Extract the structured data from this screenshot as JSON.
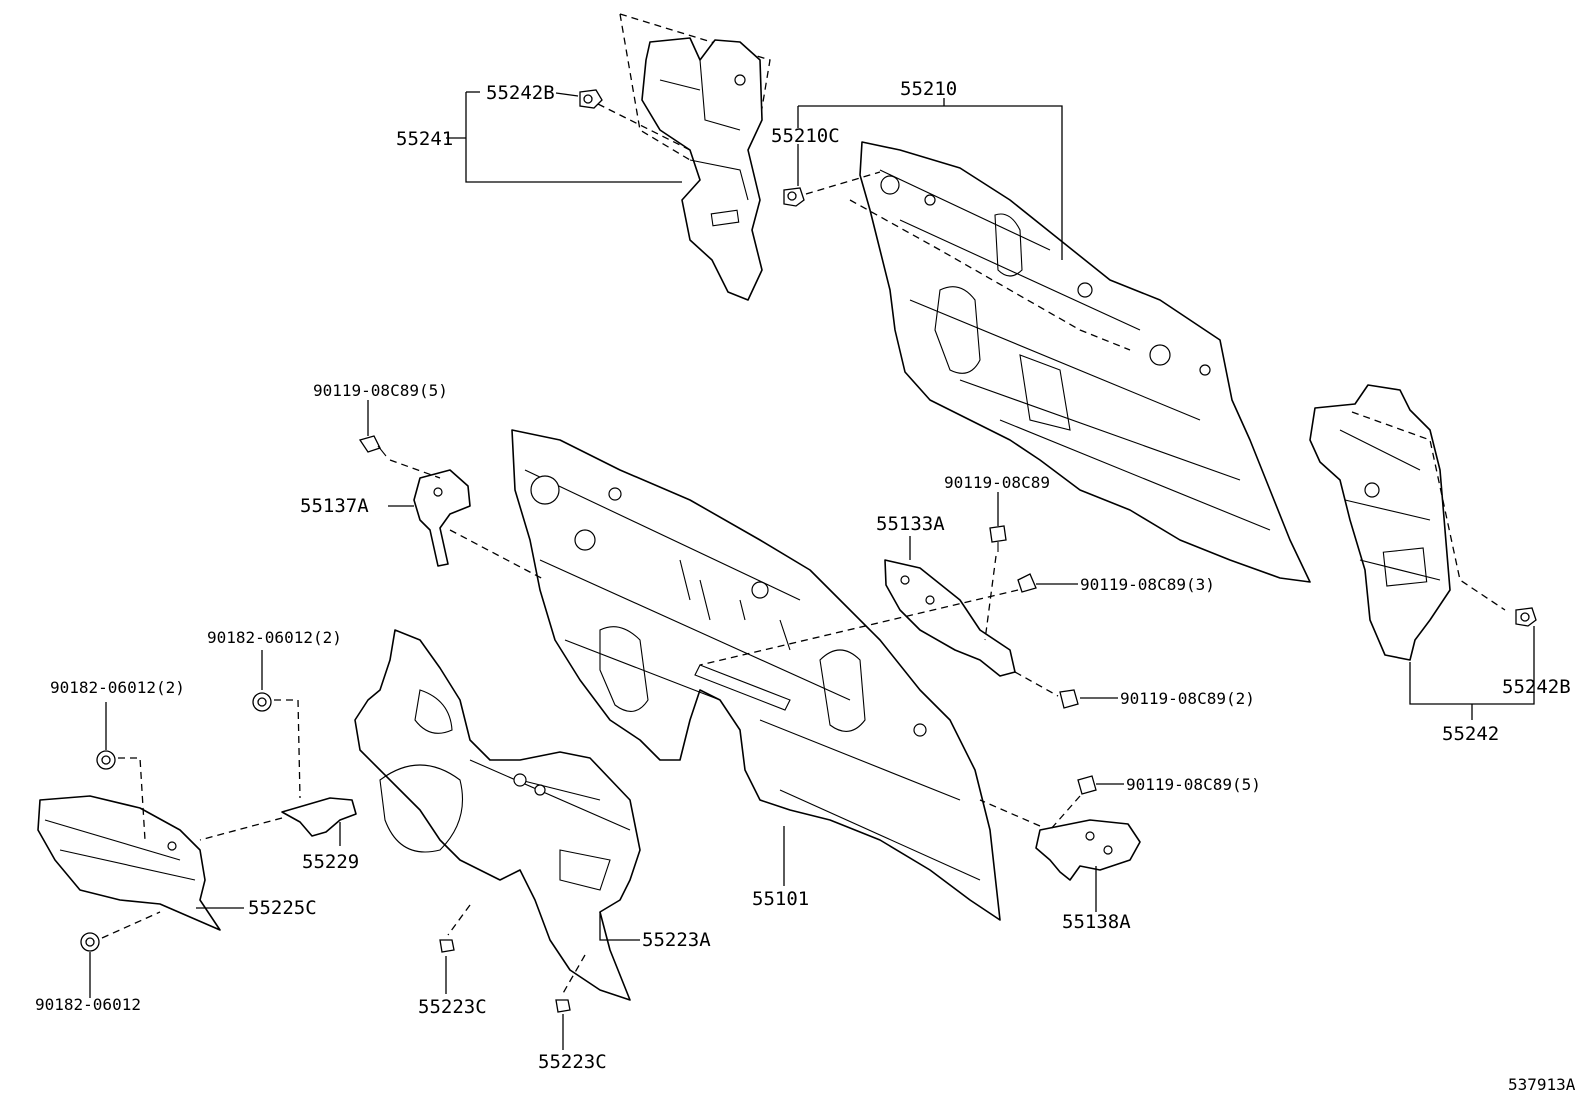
{
  "diagram_id": "537913A",
  "labels": {
    "p55210": "55210",
    "p55210C": "55210C",
    "p55241": "55241",
    "p55242B_top": "55242B",
    "p55242B_right": "55242B",
    "p55242": "55242",
    "p90119_5_top": "90119-08C89(5)",
    "p55137A": "55137A",
    "p90119_single": "90119-08C89",
    "p55133A": "55133A",
    "p90119_3": "90119-08C89(3)",
    "p90119_2": "90119-08C89(2)",
    "p90119_5_bottom": "90119-08C89(5)",
    "p90182_2_mid": "90182-06012(2)",
    "p90182_2_left": "90182-06012(2)",
    "p90182_single": "90182-06012",
    "p55229": "55229",
    "p55225C": "55225C",
    "p55101": "55101",
    "p55138A": "55138A",
    "p55223A": "55223A",
    "p55223C_a": "55223C",
    "p55223C_b": "55223C"
  }
}
